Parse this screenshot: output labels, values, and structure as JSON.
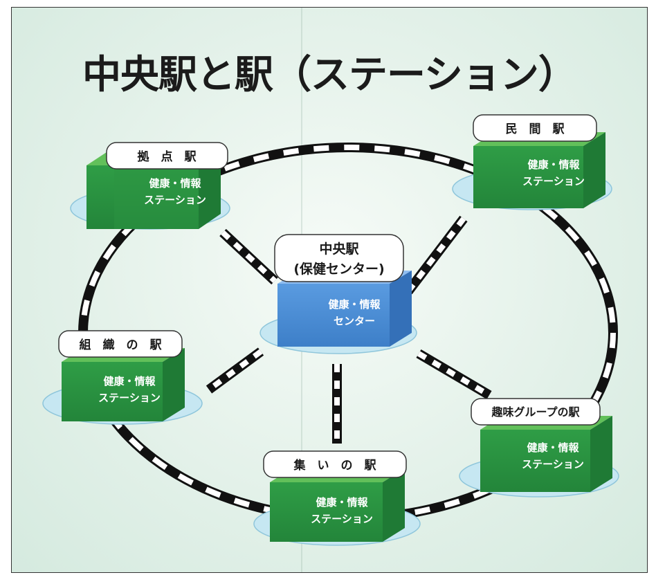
{
  "title": "中央駅と駅（ステーション）",
  "colors": {
    "station_box": "#2e9a44",
    "center_box": "#4b8fd6",
    "track_dark": "#111111",
    "track_light": "#ffffff",
    "platform": "#c6e7f2"
  },
  "center": {
    "label_line1": "中央駅",
    "label_line2": "(保健センター)",
    "box_line1": "健康・情報",
    "box_line2": "センター"
  },
  "stations": [
    {
      "id": "kyoten",
      "label": "拠　点　駅",
      "box_line1": "健康・情報",
      "box_line2": "ステーション"
    },
    {
      "id": "minkan",
      "label": "民　間　駅",
      "box_line1": "健康・情報",
      "box_line2": "ステーション"
    },
    {
      "id": "soshiki",
      "label": "組　織　の　駅",
      "box_line1": "健康・情報",
      "box_line2": "ステーション"
    },
    {
      "id": "shumi",
      "label": "趣味グループの駅",
      "box_line1": "健康・情報",
      "box_line2": "ステーション"
    },
    {
      "id": "tsudoi",
      "label": "集　い　の　駅",
      "box_line1": "健康・情報",
      "box_line2": "ステーション"
    }
  ]
}
